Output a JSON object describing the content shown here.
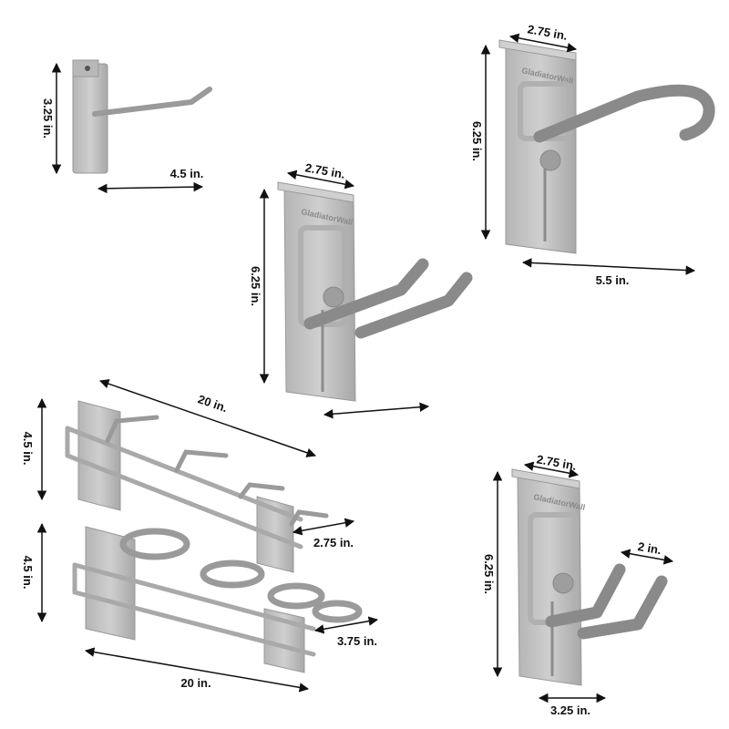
{
  "brand_label": "GladiatorWall",
  "colors": {
    "metal": "#a9a9a9",
    "metal_light": "#c6c6c6",
    "metal_dark": "#8e8e8e",
    "rubber": "#8c8c8c",
    "arrow": "#111111"
  },
  "products": [
    {
      "name": "small hook",
      "height_label": "3.25 in.",
      "length_label": "4.5 in."
    },
    {
      "name": "long j hook",
      "width_label": "2.75 in.",
      "height_label": "6.25 in.",
      "length_label": "5.5 in."
    },
    {
      "name": "double hook",
      "width_label": "2.75 in.",
      "height_label": "6.25 in."
    },
    {
      "name": "fork hook",
      "width_label": "2.75 in.",
      "height_label": "6.25 in.",
      "gap_label": "2 in.",
      "length_label": "3.25 in."
    },
    {
      "name": "hook rack",
      "length_label": "20 in.",
      "height_label": "4.5 in.",
      "hook_label": "2.75 in."
    },
    {
      "name": "ring rack",
      "length_label": "20 in.",
      "height_label": "4.5 in.",
      "ring_label": "3.75 in."
    }
  ]
}
